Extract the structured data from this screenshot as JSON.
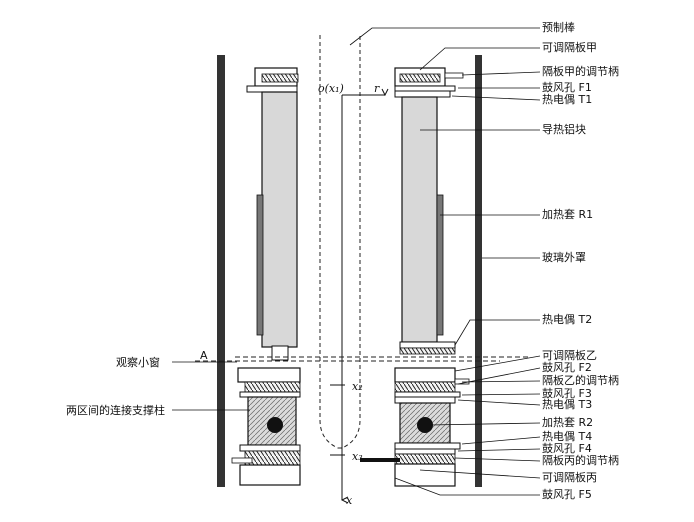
{
  "labels": {
    "preform_rod": "预制棒",
    "adjustable_baffle_a": "可调隔板甲",
    "baffle_a_handle": "隔板甲的调节柄",
    "air_hole_f1": "鼓风孔 F1",
    "thermocouple_t1": "热电偶 T1",
    "aluminum_block": "导热铝块",
    "heater_r1": "加热套 R1",
    "glass_cover": "玻璃外罩",
    "thermocouple_t2": "热电偶 T2",
    "adjustable_baffle_b": "可调隔板乙",
    "air_hole_f2": "鼓风孔 F2",
    "baffle_b_handle": "隔板乙的调节柄",
    "air_hole_f3": "鼓风孔 F3",
    "thermocouple_t3": "热电偶 T3",
    "heater_r2": "加热套 R2",
    "thermocouple_t4": "热电偶 T4",
    "air_hole_f4": "鼓风孔 F4",
    "baffle_c_handle": "隔板丙的调节柄",
    "adjustable_baffle_c": "可调隔板丙",
    "air_hole_f5": "鼓风孔 F5",
    "observation_window": "观察小窗",
    "support_column": "两区间的连接支撑柱",
    "point_a": "A"
  },
  "axes": {
    "origin": "o(x₁)",
    "r": "r",
    "x2": "x₂",
    "x3": "x₃",
    "x": "x"
  }
}
